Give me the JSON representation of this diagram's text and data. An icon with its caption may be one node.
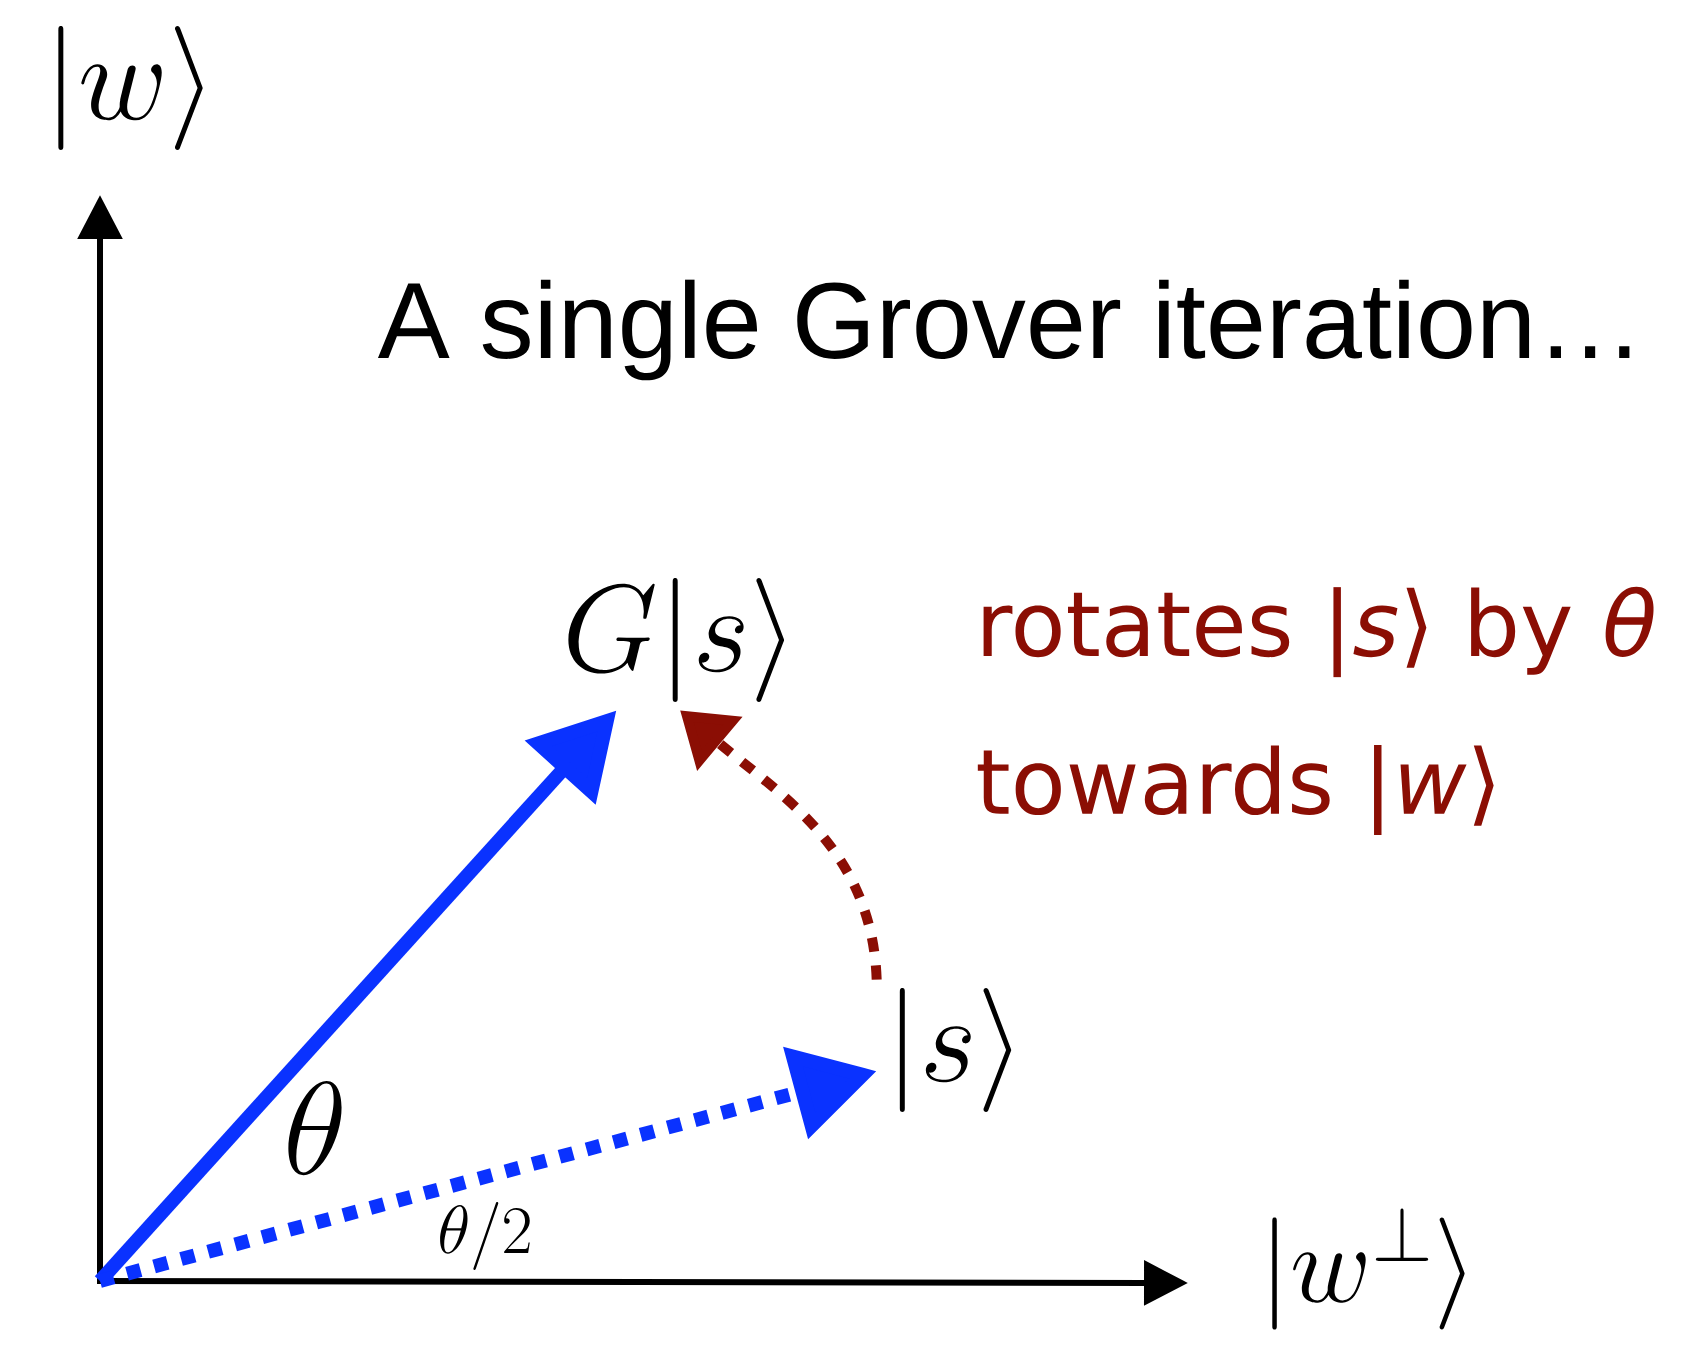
{
  "diagram": {
    "title": "A single Grover iteration…",
    "nodes": [
      {
        "text": [
          "G|s\\rangle"
        ]
      },
      {
        "text": [
          "|s\\rangle"
        ]
      }
    ],
    "edges": [
      {
        "from": null,
        "to": 0,
        "arrow": "to",
        "color": "#0a32ff"
      },
      {
        "from": null,
        "to": 1,
        "arrow": "to",
        "style": "dashed",
        "color": "#0a32ff"
      },
      {
        "from": 1,
        "to": 0,
        "arrow": "to",
        "style": "dashed",
        "color": "#8b0e04"
      }
    ],
    "labels": [
      "|w\\rangle",
      "rotates |*s*⟩ by *θ*",
      "towards |*w*⟩",
      "\\theta",
      "\\theta/2",
      "|w^{\\perp}\\rangle"
    ]
  }
}
